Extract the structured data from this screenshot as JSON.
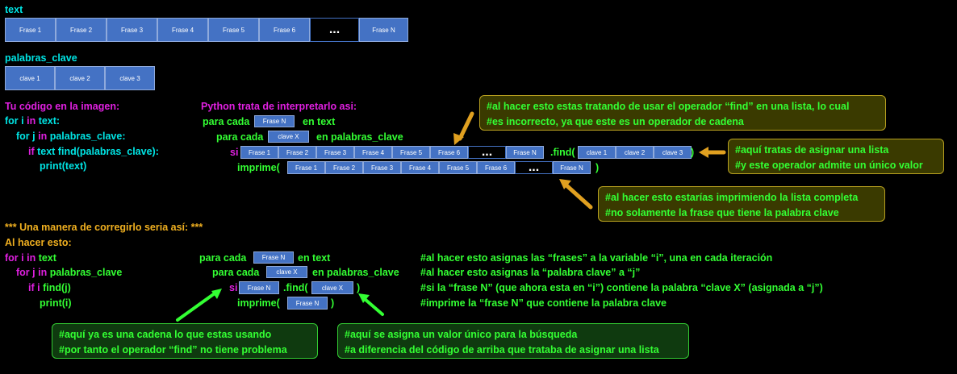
{
  "text_section": {
    "label": "text",
    "items": [
      "Frase 1",
      "Frase 2",
      "Frase 3",
      "Frase 4",
      "Frase 5",
      "Frase 6",
      "...",
      "Frase N"
    ]
  },
  "keywords_section": {
    "label": "palabras_clave",
    "items": [
      "clave 1",
      "clave 2",
      "clave 3"
    ]
  },
  "your_code": {
    "header": "Tu código en la imagen:",
    "line1": {
      "a": "for i ",
      "b": "in ",
      "c": "text:"
    },
    "line2": {
      "a": "for j ",
      "b": "in ",
      "c": "palabras_clave:"
    },
    "line3": {
      "a": "if ",
      "b": "text find(palabras_clave):"
    },
    "line4": "print(text)"
  },
  "python": {
    "header": "Python trata de interpretarlo asi:",
    "line1": {
      "pre": "para cada",
      "cell": "Frase N",
      "post": "en text"
    },
    "line2": {
      "pre": "para cada",
      "cell": "clave X",
      "post": "en palabras_clave"
    },
    "line3": {
      "pre": "si",
      "find": ".find(",
      "close": ")"
    },
    "line4": {
      "pre": "imprime(",
      "close": ")"
    }
  },
  "annotations": {
    "find_list": [
      "#al hacer esto estas tratando de usar el operador “find” en una lista, lo cual",
      "#es incorrecto, ya que este es un operador de cadena"
    ],
    "assign_list": [
      "#aquí tratas de asignar una lista",
      "#y este operador admite un único valor"
    ],
    "print_list": [
      "#al hacer esto estarías imprimiendo la lista completa",
      "#no solamente la frase que tiene la palabra clave"
    ],
    "string_ok": [
      "#aquí ya es una cadena lo que estas usando",
      "#por tanto el operador “find” no tiene problema"
    ],
    "single_value": [
      "#aquí se asigna un valor único para la búsqueda",
      "#a diferencia del código de arriba que trataba de asignar una lista"
    ]
  },
  "correction": {
    "header": "*** Una manera de corregirlo seria así: ***",
    "intro": "Al hacer esto:",
    "line1": {
      "a": "for i ",
      "b": "in ",
      "c": "text"
    },
    "line2": {
      "a": "for j ",
      "b": "in ",
      "c": "palabras_clave"
    },
    "line3": {
      "a": "if i ",
      "b": "find(j)"
    },
    "line4": "print(i)",
    "py1": {
      "pre": "para cada",
      "cell": "Frase N",
      "post": "en text"
    },
    "py2": {
      "pre": "para cada",
      "cell": "clave X",
      "post": "en palabras_clave"
    },
    "py3": {
      "pre": "si",
      "cell": "Frase N",
      "find": ".find(",
      "cell2": "clave X",
      "close": ")"
    },
    "py4": {
      "pre": "imprime(",
      "cell": "Frase N",
      "close": ")"
    },
    "comments": [
      "#al hacer esto asignas las “frases” a la variable “i”, una en cada iteración",
      "#al hacer esto asignas la “palabra clave” a “j”",
      "#si la “frase N” (que ahora esta en “i”) contiene la palabra “clave X” (asignada a “j”)",
      "#imprime la “frase N” que contiene la palabra clave"
    ]
  },
  "colors": {
    "cell": "#4472c4",
    "keyword": "#00e5e5",
    "code": "#33ff33",
    "magenta": "#e020e0",
    "orange": "#f0b020",
    "arrow_orange": "#e0a020",
    "arrow_green": "#33ff33"
  }
}
